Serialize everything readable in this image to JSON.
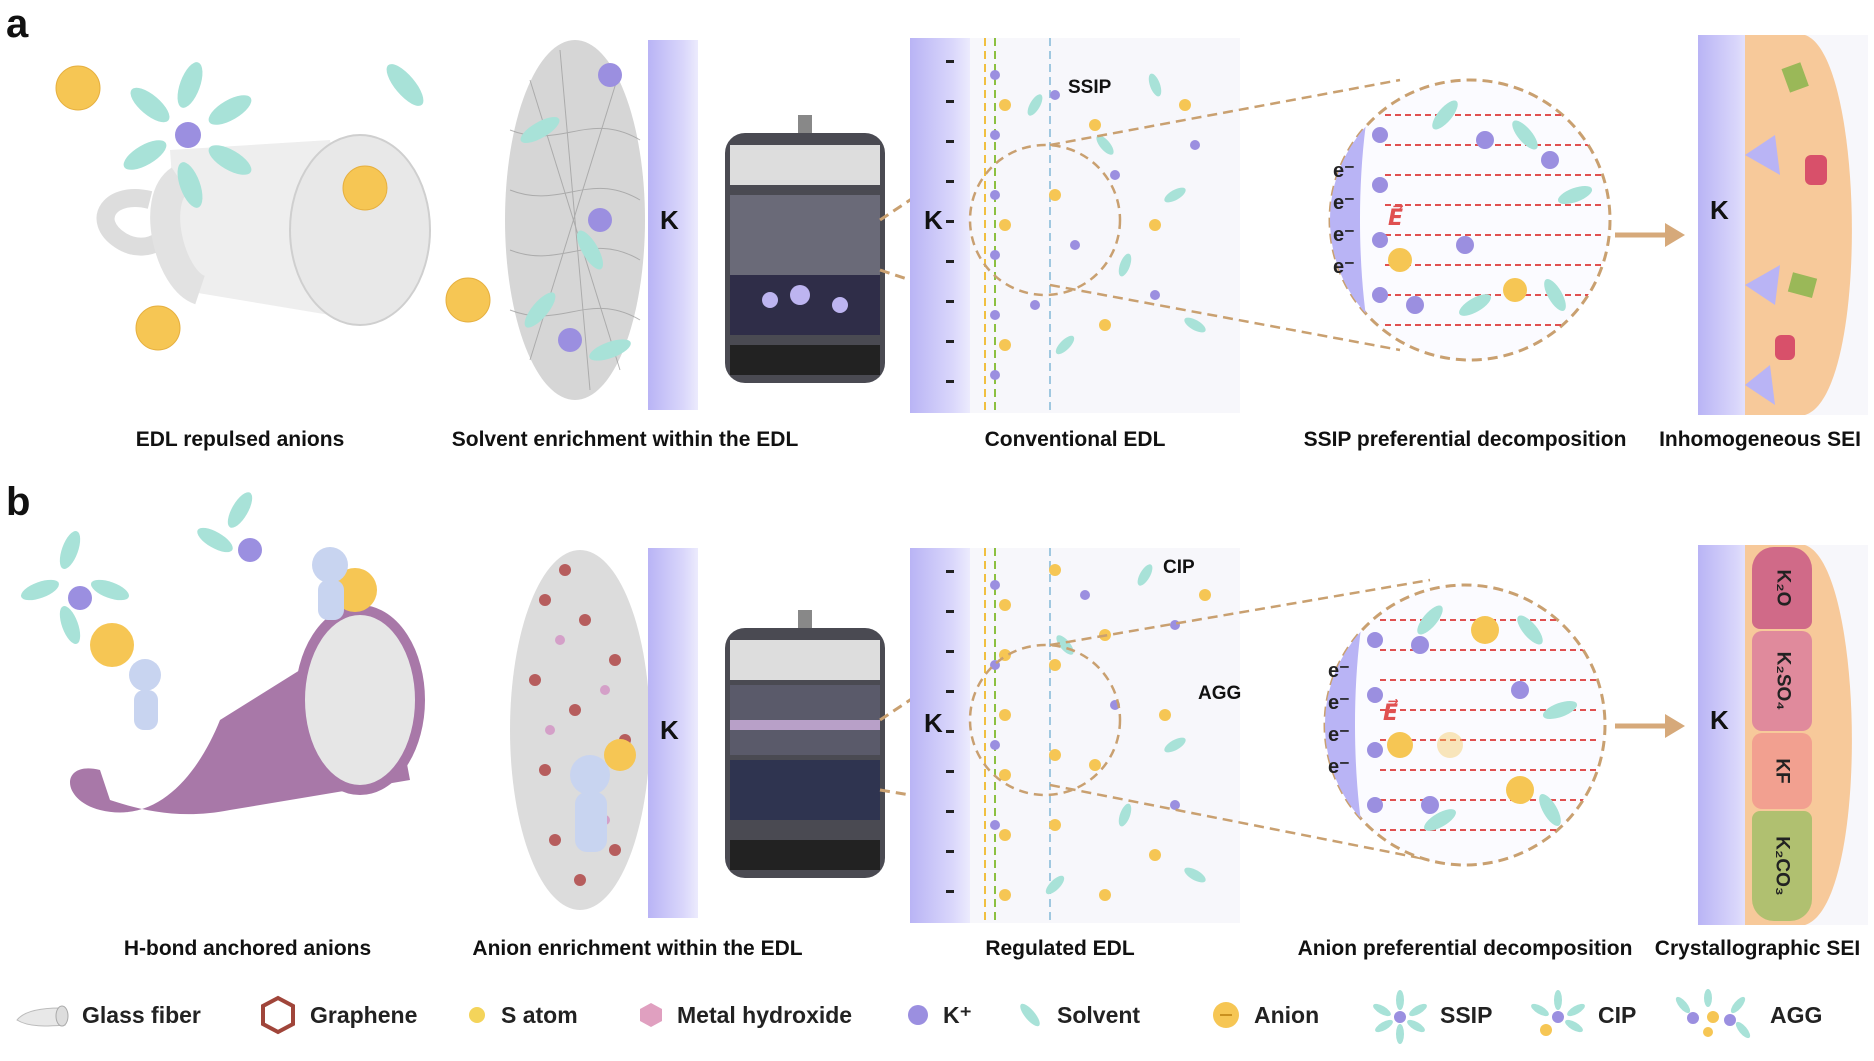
{
  "panels": {
    "a": {
      "letter": "a",
      "captions": {
        "repulsed": "EDL repulsed anions",
        "solvent": "Solvent enrichment within the EDL",
        "conventional": "Conventional EDL",
        "decomp": "SSIP preferential decomposition",
        "sei": "Inhomogeneous SEI"
      },
      "edl_label": "SSIP"
    },
    "b": {
      "letter": "b",
      "captions": {
        "anchored": "H-bond anchored anions",
        "anion": "Anion enrichment within the EDL",
        "regulated": "Regulated EDL",
        "decomp": "Anion preferential decomposition",
        "sei": "Crystallographic SEI"
      },
      "edl_label_cip": "CIP",
      "edl_label_agg": "AGG",
      "sei_layers": [
        "K₂O",
        "K₂SO₄",
        "KF",
        "K₂CO₃"
      ]
    }
  },
  "electrode_label": "K",
  "electron_label": "e⁻",
  "field_label": "E⃗",
  "legend": [
    {
      "icon": "glass-fiber-icon",
      "label": "Glass fiber"
    },
    {
      "icon": "graphene-icon",
      "label": "Graphene"
    },
    {
      "icon": "s-atom-icon",
      "label": "S atom"
    },
    {
      "icon": "metal-hydroxide-icon",
      "label": "Metal hydroxide"
    },
    {
      "icon": "k-ion-icon",
      "label": "K⁺"
    },
    {
      "icon": "solvent-icon",
      "label": "Solvent"
    },
    {
      "icon": "anion-icon",
      "label": "Anion"
    },
    {
      "icon": "ssip-icon",
      "label": "SSIP"
    },
    {
      "icon": "cip-icon",
      "label": "CIP"
    },
    {
      "icon": "agg-icon",
      "label": "AGG"
    }
  ],
  "colors": {
    "electrode": "#b9b4f5",
    "k_ion": "#9b8fe0",
    "solvent": "#a8e2d8",
    "anion": "#f6c654",
    "dashed": "#c9a070",
    "arrow": "#d6a97a",
    "field_lines": "#e05050",
    "sei_fill": "#f7c99a"
  }
}
